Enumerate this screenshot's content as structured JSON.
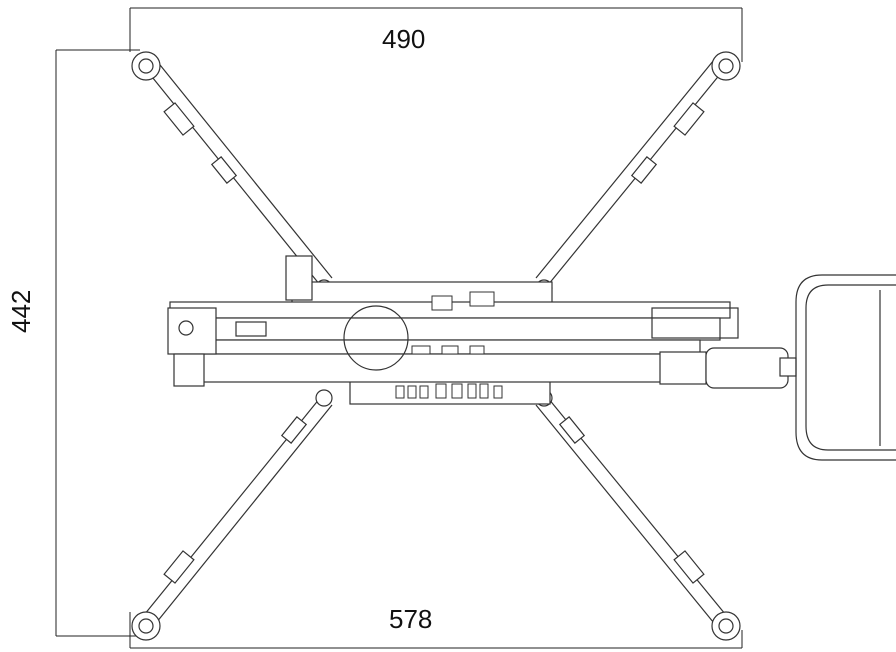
{
  "dimensions": {
    "top": "490",
    "bottom": "578",
    "left": "442"
  }
}
